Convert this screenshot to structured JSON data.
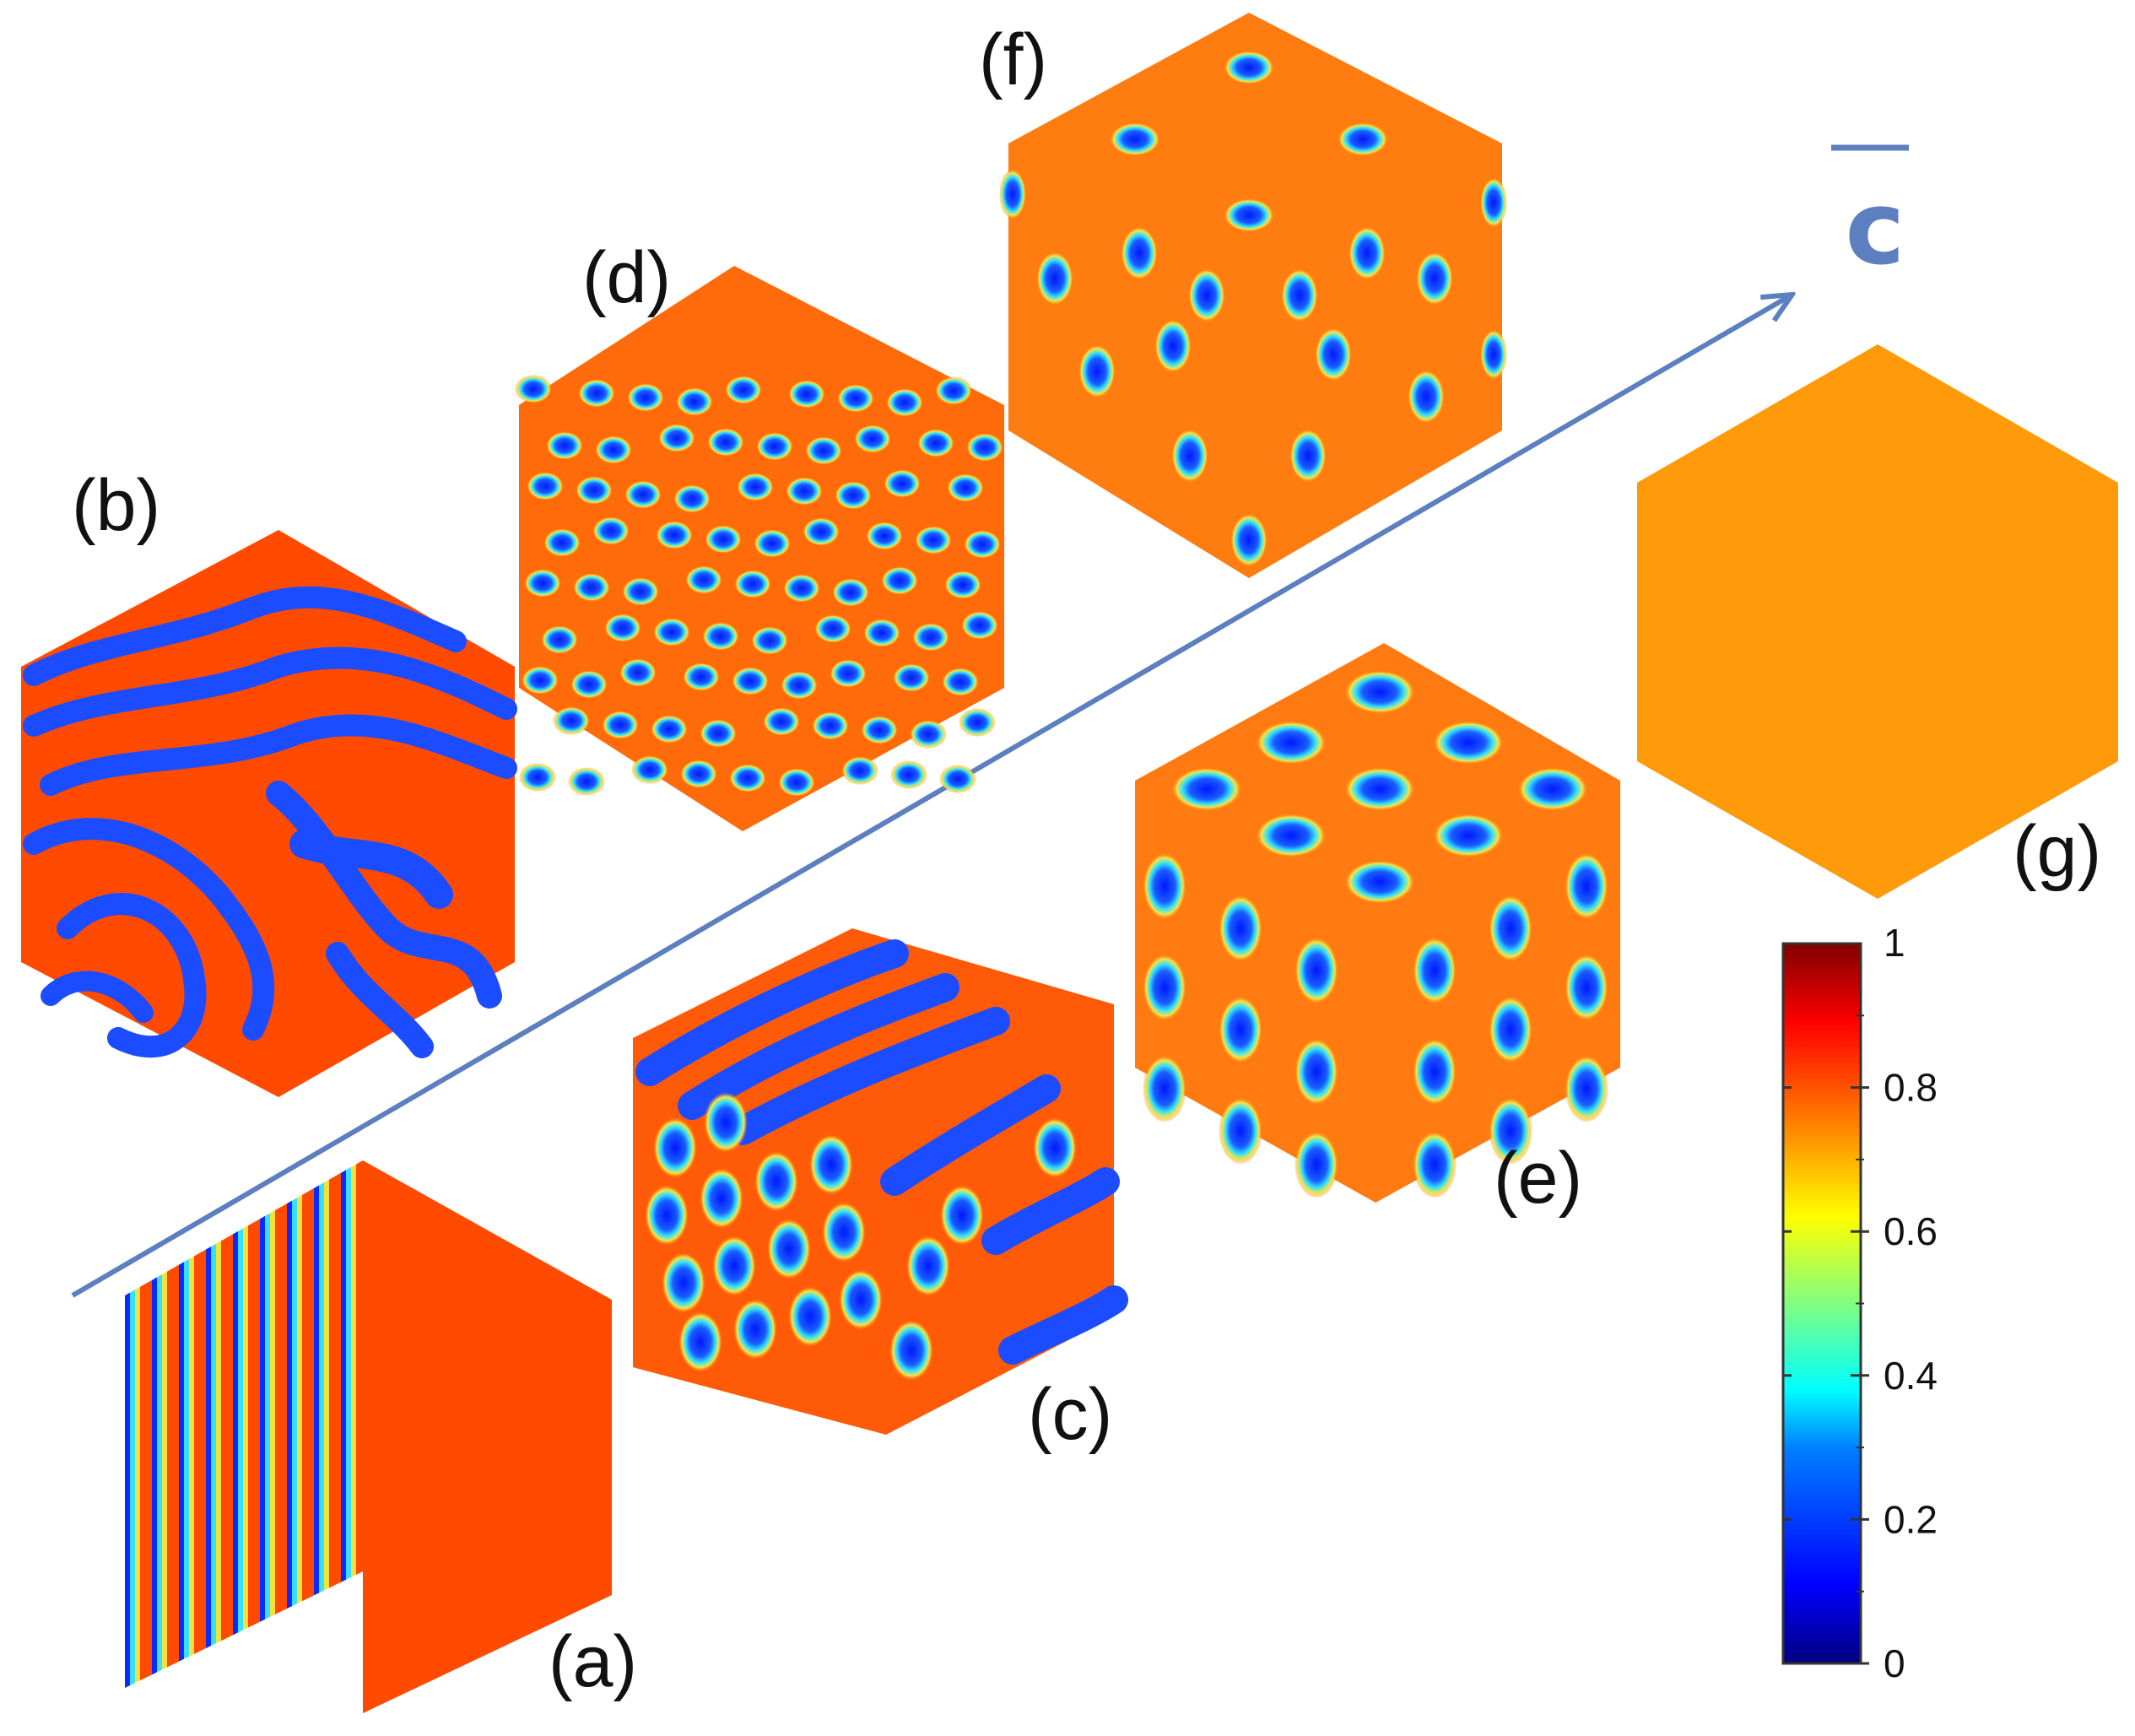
{
  "figure": {
    "axis_label": "c",
    "colors": {
      "axis_arrow": "#5b7fbf",
      "matrix_red": "#ff4a00",
      "matrix_orange": "#ff7a10",
      "uniform_orange": "#ff9a0a",
      "spot_blue": "#0a2bff",
      "spot_cyan": "#38e0ff",
      "spot_yellow": "#f3e23a"
    },
    "panels": [
      {
        "id": "a",
        "label": "(a)",
        "morphology": "lamellae"
      },
      {
        "id": "b",
        "label": "(b)",
        "morphology": "disordered-labyrinth"
      },
      {
        "id": "c",
        "label": "(c)",
        "morphology": "mixed-cylinders-spheres"
      },
      {
        "id": "d",
        "label": "(d)",
        "morphology": "disordered-spheres"
      },
      {
        "id": "e",
        "label": "(e)",
        "morphology": "ordered-spheres"
      },
      {
        "id": "f",
        "label": "(f)",
        "morphology": "dilute-spheres"
      },
      {
        "id": "g",
        "label": "(g)",
        "morphology": "homogeneous"
      }
    ],
    "colorbar": {
      "min": 0,
      "max": 1,
      "tick_labels": [
        "0",
        "0.2",
        "0.4",
        "0.6",
        "0.8"
      ],
      "max_label": "1",
      "stops": [
        "#000080",
        "#0000ff",
        "#0080ff",
        "#00ffff",
        "#80ff80",
        "#ffff00",
        "#ff8000",
        "#ff0000",
        "#800000"
      ]
    }
  }
}
